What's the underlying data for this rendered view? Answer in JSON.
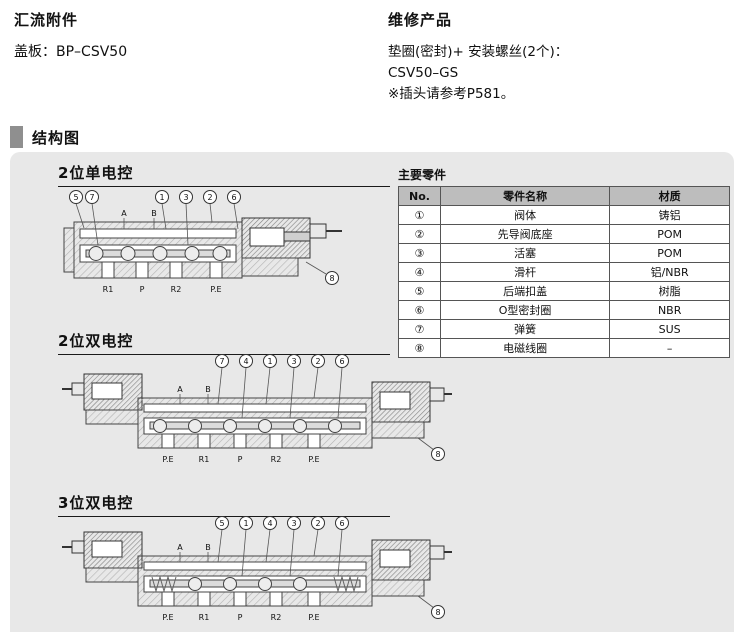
{
  "header": {
    "left": {
      "title": "汇流附件",
      "subtitle": "盖板：BP–CSV50"
    },
    "right": {
      "title": "维修产品",
      "line1": "垫圈(密封)+ 安装螺丝(2个)：",
      "line2": "CSV50–GS",
      "line3": "※插头请参考P581。"
    }
  },
  "section": {
    "title": "结构图"
  },
  "parts_table": {
    "title": "主要零件",
    "headers": [
      "No.",
      "零件名称",
      "材质"
    ],
    "rows": [
      {
        "no": "①",
        "name": "阀体",
        "material": "铸铝"
      },
      {
        "no": "②",
        "name": "先导阀底座",
        "material": "POM"
      },
      {
        "no": "③",
        "name": "活塞",
        "material": "POM"
      },
      {
        "no": "④",
        "name": "滑杆",
        "material": "铝/NBR"
      },
      {
        "no": "⑤",
        "name": "后端扣盖",
        "material": "树脂"
      },
      {
        "no": "⑥",
        "name": "O型密封圈",
        "material": "NBR"
      },
      {
        "no": "⑦",
        "name": "弹簧",
        "material": "SUS"
      },
      {
        "no": "⑧",
        "name": "电磁线圈",
        "material": "–"
      }
    ]
  },
  "diagrams": [
    {
      "title": "2位单电控",
      "letters": [
        "A",
        "B"
      ],
      "callouts": [
        "5",
        "7",
        "1",
        "3",
        "2",
        "6"
      ],
      "right_callout": "8",
      "ports": [
        "R1",
        "P",
        "R2",
        "P.E"
      ]
    },
    {
      "title": "2位双电控",
      "letters": [
        "A",
        "B"
      ],
      "callouts": [
        "7",
        "4",
        "1",
        "3",
        "2",
        "6"
      ],
      "right_callout": "8",
      "ports": [
        "P.E",
        "R1",
        "P",
        "R2",
        "P.E"
      ]
    },
    {
      "title": "3位双电控",
      "letters": [
        "A",
        "B"
      ],
      "callouts": [
        "5",
        "1",
        "4",
        "3",
        "2",
        "6"
      ],
      "right_callout": "8",
      "ports": [
        "P.E",
        "R1",
        "P",
        "R2",
        "P.E"
      ]
    }
  ]
}
